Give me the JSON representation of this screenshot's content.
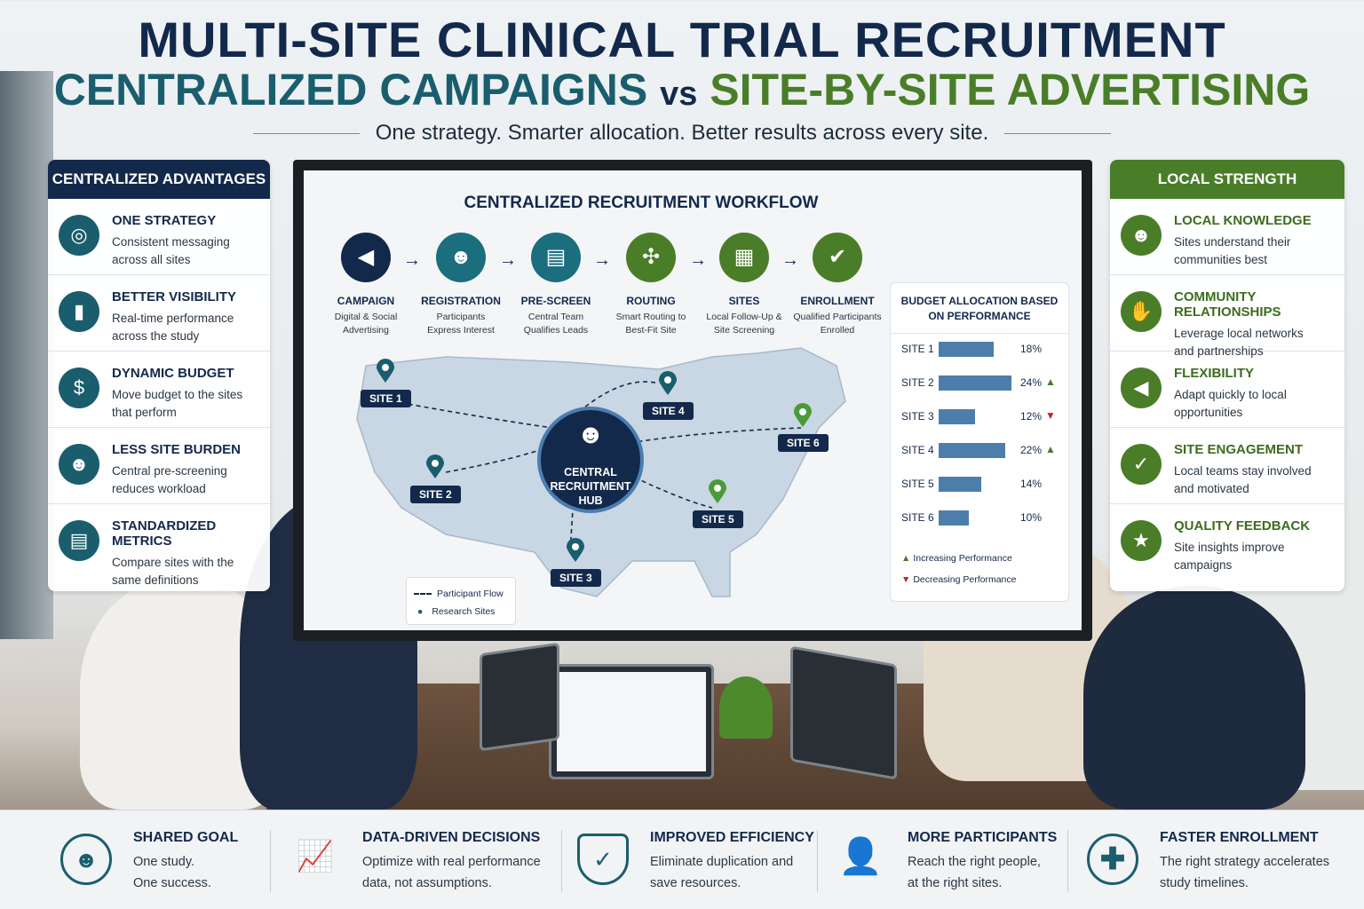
{
  "header": {
    "title": "MULTI-SITE CLINICAL TRIAL RECRUITMENT",
    "subtitle_left": "CENTRALIZED CAMPAIGNS",
    "subtitle_vs": "vs",
    "subtitle_right": "SITE-BY-SITE ADVERTISING",
    "tagline": "One strategy. Smarter allocation. Better results across every site."
  },
  "left_panel": {
    "title": "CENTRALIZED ADVANTAGES",
    "items": [
      {
        "icon": "target-icon",
        "heading": "ONE STRATEGY",
        "desc1": "Consistent messaging",
        "desc2": "across all sites"
      },
      {
        "icon": "bar-chart-icon",
        "heading": "BETTER VISIBILITY",
        "desc1": "Real-time performance",
        "desc2": "across the study"
      },
      {
        "icon": "dollar-icon",
        "heading": "DYNAMIC BUDGET",
        "desc1": "Move budget to the sites",
        "desc2": "that perform"
      },
      {
        "icon": "people-icon",
        "heading": "LESS SITE BURDEN",
        "desc1": "Central pre-screening",
        "desc2": "reduces workload"
      },
      {
        "icon": "clipboard-chart-icon",
        "heading": "STANDARDIZED METRICS",
        "desc1": "Compare sites with the",
        "desc2": "same definitions"
      }
    ]
  },
  "right_panel": {
    "title": "LOCAL STRENGTH",
    "items": [
      {
        "icon": "people-icon",
        "heading": "LOCAL KNOWLEDGE",
        "desc1": "Sites understand their",
        "desc2": "communities best"
      },
      {
        "icon": "handshake-icon",
        "heading": "COMMUNITY RELATIONSHIPS",
        "desc1": "Leverage local networks",
        "desc2": "and partnerships"
      },
      {
        "icon": "megaphone-icon",
        "heading": "FLEXIBILITY",
        "desc1": "Adapt quickly to local",
        "desc2": "opportunities"
      },
      {
        "icon": "check-circle-icon",
        "heading": "SITE ENGAGEMENT",
        "desc1": "Local teams stay involved",
        "desc2": "and motivated"
      },
      {
        "icon": "star-icon",
        "heading": "QUALITY FEEDBACK",
        "desc1": "Site insights improve",
        "desc2": "campaigns"
      }
    ]
  },
  "workflow": {
    "title": "CENTRALIZED RECRUITMENT WORKFLOW",
    "steps": [
      {
        "label": "CAMPAIGN",
        "desc1": "Digital & Social",
        "desc2": "Advertising",
        "color": "#13294b"
      },
      {
        "label": "REGISTRATION",
        "desc1": "Participants",
        "desc2": "Express Interest",
        "color": "#1a6e7e"
      },
      {
        "label": "PRE-SCREEN",
        "desc1": "Central Team",
        "desc2": "Qualifies Leads",
        "color": "#1a6e7e"
      },
      {
        "label": "ROUTING",
        "desc1": "Smart Routing to",
        "desc2": "Best-Fit Site",
        "color": "#4a7d28"
      },
      {
        "label": "SITES",
        "desc1": "Local Follow-Up &",
        "desc2": "Site Screening",
        "color": "#4a7d28"
      },
      {
        "label": "ENROLLMENT",
        "desc1": "Qualified Participants",
        "desc2": "Enrolled",
        "color": "#4a7d28"
      }
    ]
  },
  "map": {
    "hub_line1": "CENTRAL",
    "hub_line2": "RECRUITMENT",
    "hub_line3": "HUB",
    "sites": [
      "SITE 1",
      "SITE 2",
      "SITE 3",
      "SITE 4",
      "SITE 5",
      "SITE 6"
    ],
    "legend_flow": "Participant Flow",
    "legend_sites": "Research Sites"
  },
  "chart_data": {
    "type": "bar",
    "title": "BUDGET ALLOCATION BASED ON PERFORMANCE",
    "categories": [
      "SITE 1",
      "SITE 2",
      "SITE 3",
      "SITE 4",
      "SITE 5",
      "SITE 6"
    ],
    "values": [
      18,
      24,
      12,
      22,
      14,
      10
    ],
    "labels": [
      "18%",
      "24%",
      "12%",
      "22%",
      "14%",
      "10%"
    ],
    "trend": [
      "",
      "up",
      "down",
      "up",
      "",
      ""
    ],
    "legend_up": "Increasing Performance",
    "legend_down": "Decreasing Performance",
    "bar_color": "#4d7eab"
  },
  "bottom": [
    {
      "icon": "people-circle-icon",
      "heading": "SHARED GOAL",
      "desc1": "One study.",
      "desc2": "One success."
    },
    {
      "icon": "growth-chart-icon",
      "heading": "DATA-DRIVEN DECISIONS",
      "desc1": "Optimize with real performance",
      "desc2": "data, not assumptions."
    },
    {
      "icon": "shield-check-icon",
      "heading": "IMPROVED EFFICIENCY",
      "desc1": "Eliminate duplication and",
      "desc2": "save resources."
    },
    {
      "icon": "person-icon",
      "heading": "MORE PARTICIPANTS",
      "desc1": "Reach the right people,",
      "desc2": "at the right sites."
    },
    {
      "icon": "medical-cross-icon",
      "heading": "FASTER ENROLLMENT",
      "desc1": "The right strategy accelerates",
      "desc2": "study timelines."
    }
  ]
}
